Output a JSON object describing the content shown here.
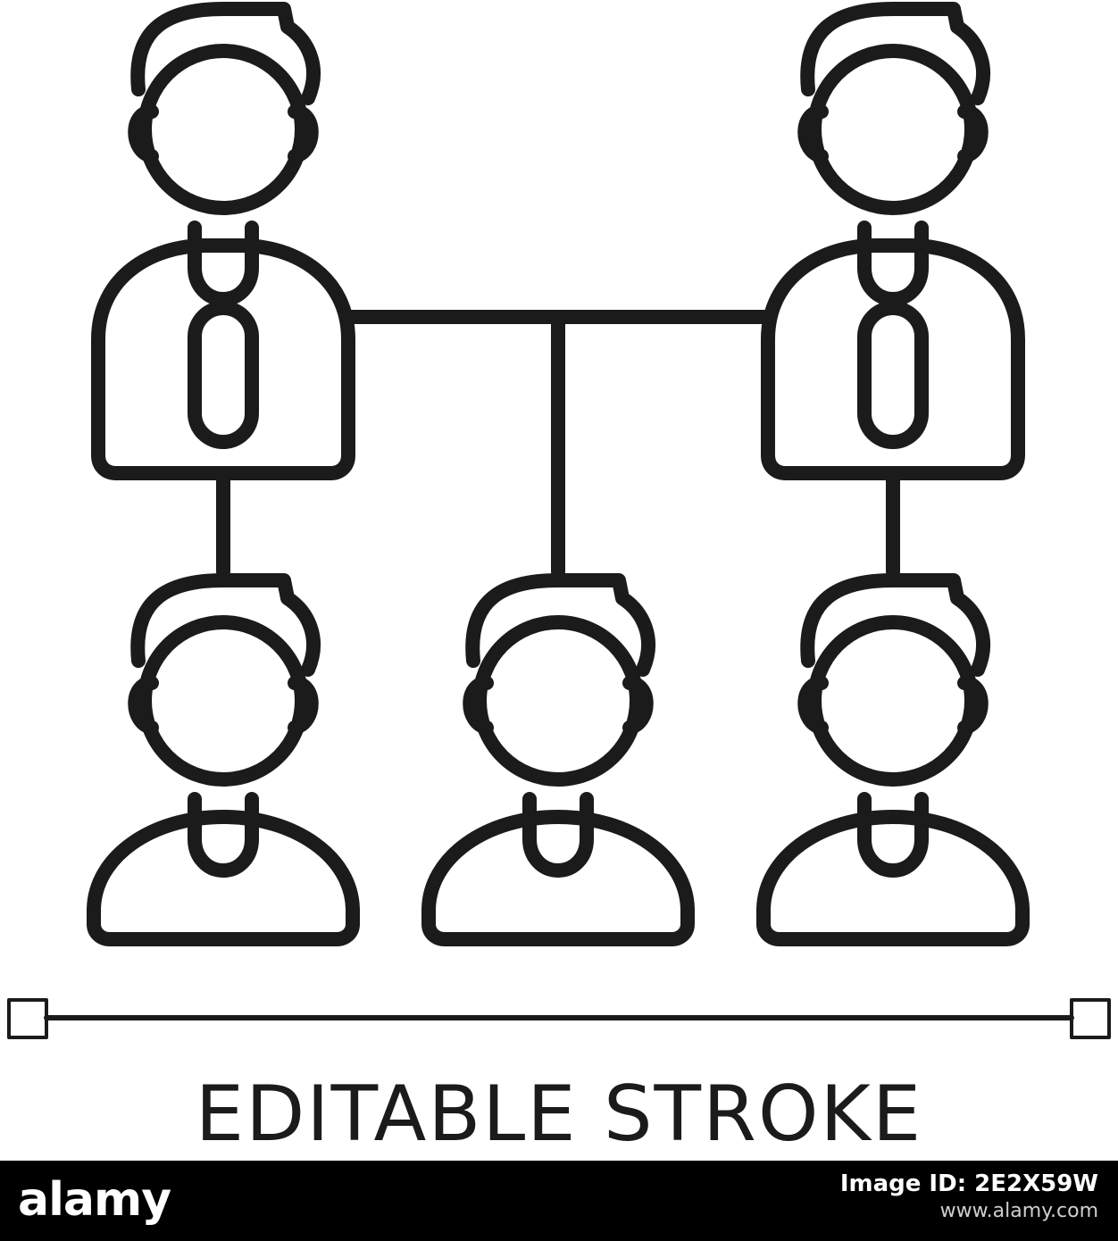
{
  "icon": {
    "subject": "organizational-hierarchy",
    "stroke_color": "#1b1b1b",
    "people": [
      {
        "role": "manager",
        "badge": true
      },
      {
        "role": "manager",
        "badge": true
      },
      {
        "role": "employee",
        "badge": false
      },
      {
        "role": "employee",
        "badge": false
      },
      {
        "role": "employee",
        "badge": false
      }
    ]
  },
  "caption": "EDITABLE STROKE",
  "footer": {
    "brand": "alamy",
    "image_id_label": "Image ID: 2E2X59W",
    "site": "www.alamy.com",
    "background": "#000000",
    "text_color": "#ffffff"
  }
}
